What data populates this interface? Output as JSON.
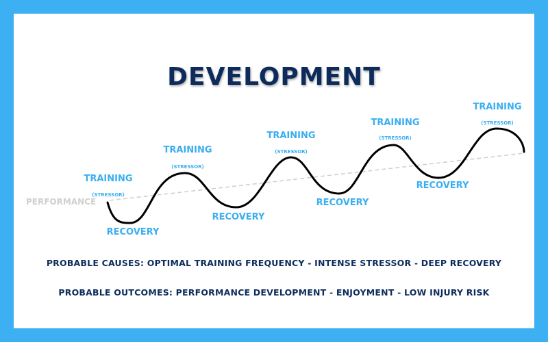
{
  "title": "DEVELOPMENT",
  "baseline_label": "PERFORMANCE",
  "training_label": "TRAINING",
  "stressor_label": "(STRESSOR)",
  "recovery_label": "RECOVERY",
  "causes_text": "PROBABLE CAUSES: OPTIMAL TRAINING FREQUENCY - INTENSE STRESSOR - DEEP RECOVERY",
  "outcomes_text": "PROBABLE OUTCOMES: PERFORMANCE DEVELOPMENT - ENJOYMENT - LOW INJURY RISK",
  "colors": {
    "border": "#3cb0f2",
    "title": "#0d2c5c",
    "labels": "#3aaef0",
    "curve": "#000000",
    "baseline": "#d0d0d0"
  }
}
